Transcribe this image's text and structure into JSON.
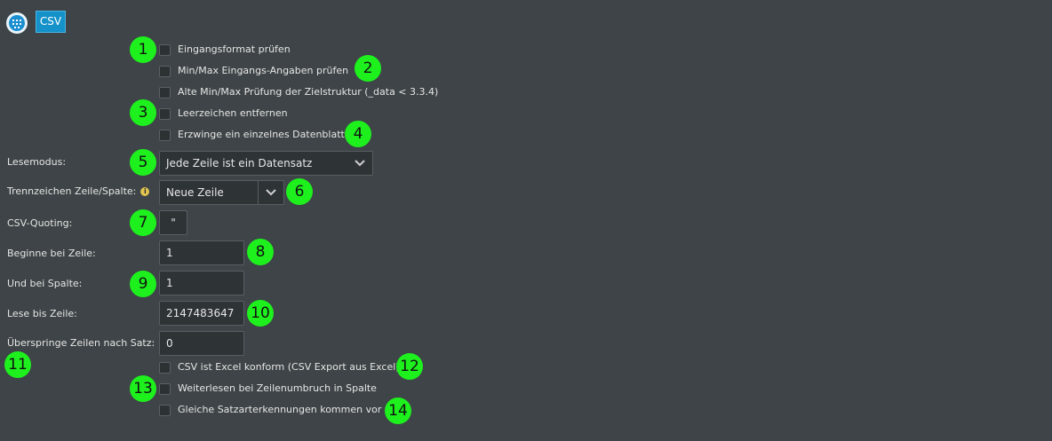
{
  "toolbar": {
    "csv_tab": "CSV"
  },
  "checkboxes_top": [
    {
      "label": "Eingangsformat prüfen"
    },
    {
      "label": "Min/Max Eingangs-Angaben prüfen"
    },
    {
      "label": "Alte Min/Max Prüfung der Zielstruktur (_data < 3.3.4)"
    },
    {
      "label": "Leerzeichen entfernen"
    },
    {
      "label": "Erzwinge ein einzelnes Datenblatt"
    }
  ],
  "fields": {
    "lesemodus": {
      "label": "Lesemodus:",
      "value": "Jede Zeile ist ein Datensatz"
    },
    "trennzeichen": {
      "label": "Trennzeichen Zeile/Spalte:",
      "value": "Neue Zeile"
    },
    "quoting": {
      "label": "CSV-Quoting:",
      "value": "\""
    },
    "beginne": {
      "label": "Beginne bei Zeile:",
      "value": "1"
    },
    "spalte": {
      "label": "Und bei Spalte:",
      "value": "1"
    },
    "lese_bis": {
      "label": "Lese bis Zeile:",
      "value": "2147483647"
    },
    "ueberspringe": {
      "label": "Überspringe Zeilen nach Satz:",
      "value": "0"
    }
  },
  "checkboxes_bottom": [
    {
      "label": "CSV ist Excel konform (CSV Export aus Excel)"
    },
    {
      "label": "Weiterlesen bei Zeilenumbruch in Spalte"
    },
    {
      "label": "Gleiche Satzarterkennungen kommen vor"
    }
  ],
  "badges": [
    "1",
    "2",
    "3",
    "4",
    "5",
    "6",
    "7",
    "8",
    "9",
    "10",
    "11",
    "12",
    "13",
    "14"
  ],
  "colors": {
    "background": "#3e4447",
    "accent": "#1592c9",
    "badge": "#1ef01e"
  }
}
